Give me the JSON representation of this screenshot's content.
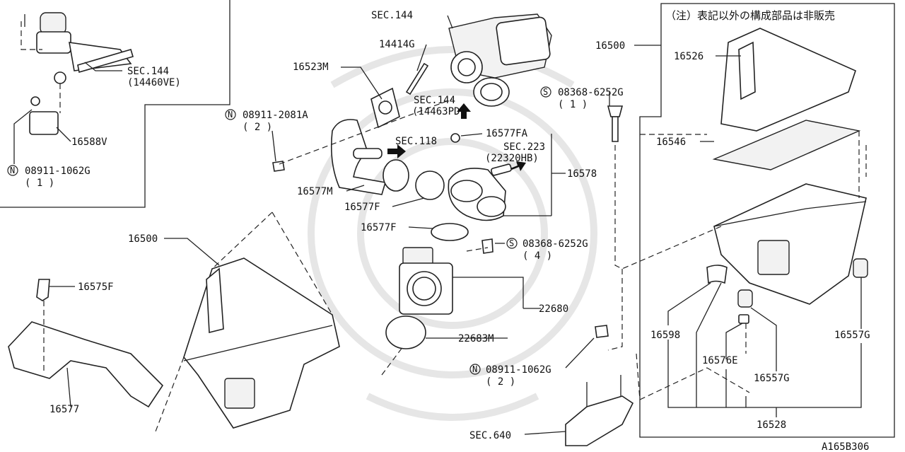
{
  "diagram": {
    "drawing_number": "A165B306",
    "note_jp": "（注）表記以外の構成部品は非販売",
    "references": {
      "sec144_top": "SEC.144",
      "sec144_left": "SEC.144",
      "sec144_left_code": "(14460VE)",
      "sec144_mid": "SEC.144",
      "sec144_mid_code": "(14463PD)",
      "sec118": "SEC.118",
      "sec223": "SEC.223",
      "sec223_code": "(22320HB)",
      "sec640": "SEC.640"
    },
    "parts": {
      "p14414G": "14414G",
      "p16523M": "16523M",
      "p16577FA": "16577FA",
      "p16578": "16578",
      "p16577M": "16577M",
      "p16577F_a": "16577F",
      "p16577F_b": "16577F",
      "p16500_left": "16500",
      "p16575F": "16575F",
      "p16577": "16577",
      "p22680": "22680",
      "p22683M": "22683M",
      "p16588V": "16588V",
      "p16500_right": "16500",
      "p16526": "16526",
      "p16546": "16546",
      "p16598": "16598",
      "p16557G_a": "16557G",
      "p16557G_b": "16557G",
      "p16576E": "16576E",
      "p16528": "16528"
    },
    "fasteners": {
      "n1_symbol": "N",
      "n1_code": "08911-2081A",
      "n1_qty": "( 2 )",
      "n2_symbol": "N",
      "n2_code": "08911-1062G",
      "n2_qty": "( 1 )",
      "n3_symbol": "N",
      "n3_code": "08911-1062G",
      "n3_qty": "( 2 )",
      "s1_symbol": "S",
      "s1_code": "08368-6252G",
      "s1_qty": "( 1 )",
      "s2_symbol": "S",
      "s2_code": "08368-6252G",
      "s2_qty": "( 4 )"
    }
  }
}
